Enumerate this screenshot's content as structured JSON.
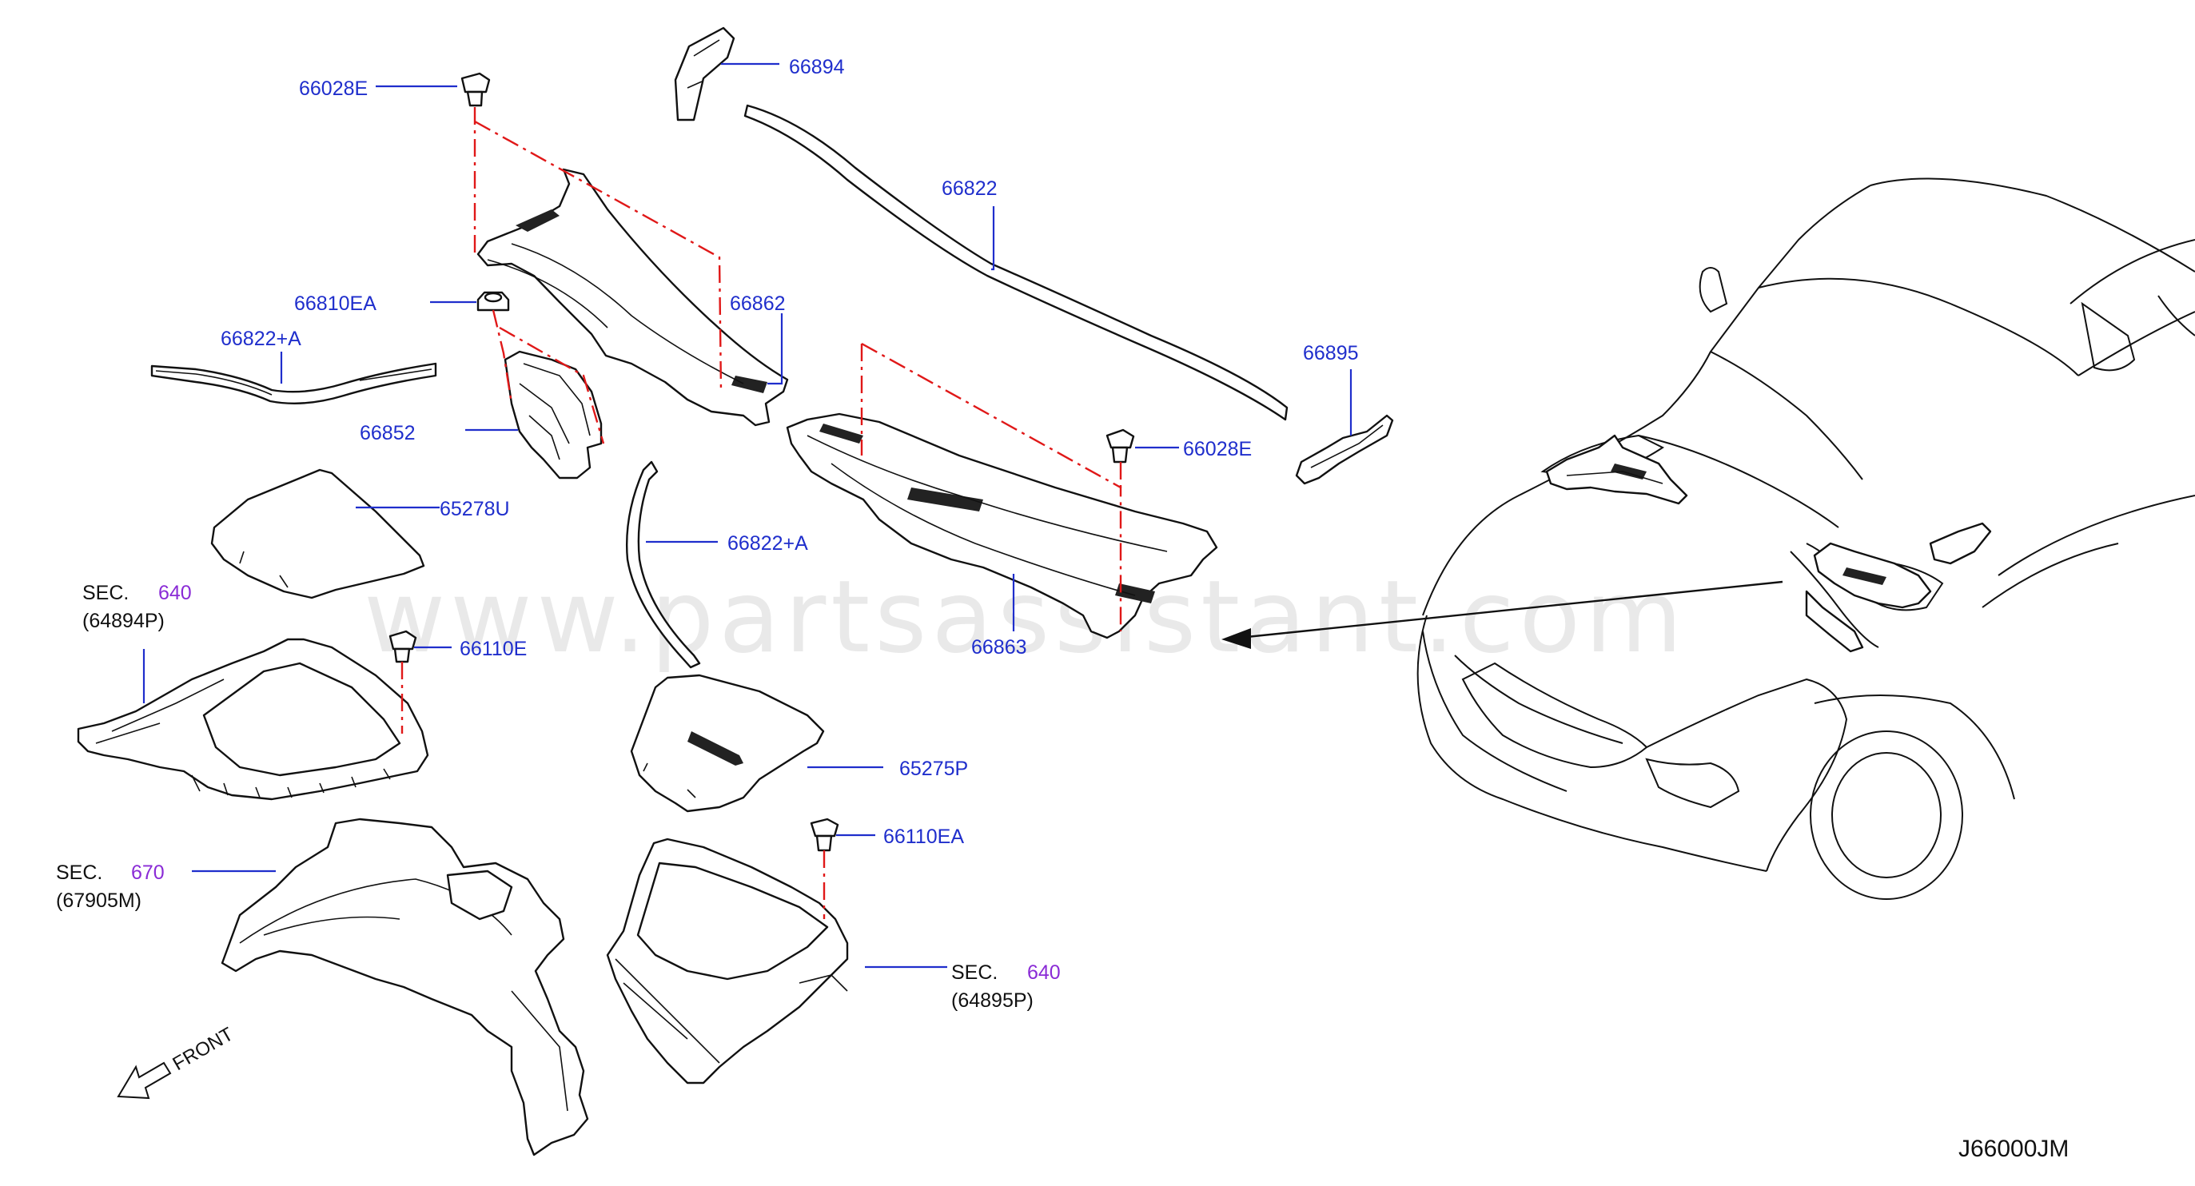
{
  "diagram": {
    "code": "J66000JM",
    "watermark": "www.partsassistant.com",
    "front_label": "FRONT",
    "labels": {
      "l66028E_top": "66028E",
      "l66894": "66894",
      "l66822": "66822",
      "l66810EA": "66810EA",
      "l66822A_left": "66822+A",
      "l66862": "66862",
      "l66895": "66895",
      "l66852": "66852",
      "l66028E_right": "66028E",
      "l65278U": "65278U",
      "l66822A_mid": "66822+A",
      "l66863": "66863",
      "l66110E": "66110E",
      "l65275P": "65275P",
      "l66110EA": "66110EA"
    },
    "sections": {
      "s640a": {
        "prefix": "SEC.",
        "number": "640",
        "code": "(64894P)"
      },
      "s670": {
        "prefix": "SEC.",
        "number": "670",
        "code": "(67905M)"
      },
      "s640b": {
        "prefix": "SEC.",
        "number": "640",
        "code": "(64895P)"
      }
    }
  }
}
